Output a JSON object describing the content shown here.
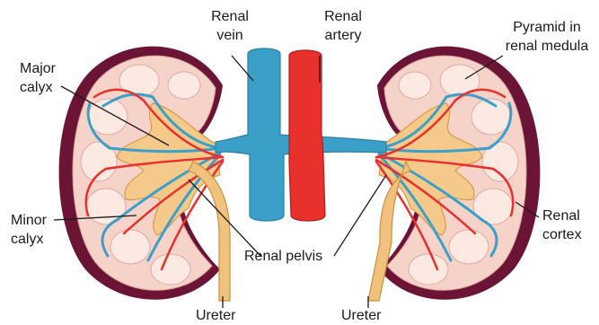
{
  "labels": {
    "renal_vein": [
      "Renal",
      "vein"
    ],
    "renal_artery": [
      "Renal",
      "artery"
    ],
    "pyramid": [
      "Pyramid in",
      "renal medula"
    ],
    "major_calyx": [
      "Major",
      "calyx"
    ],
    "minor_calyx": [
      "Minor",
      "calyx"
    ],
    "renal_cortex": [
      "Renal",
      "cortex"
    ],
    "renal_pelvis": "Renal pelvis",
    "ureter_left": "Ureter",
    "ureter_right": "Ureter"
  },
  "colors": {
    "capsule": "#6b1436",
    "cortex": "#f6d3c8",
    "pyramid": "#fbe9e2",
    "calyx": "#f5c98a",
    "vein": "#3aa0c8",
    "artery": "#e8302c",
    "ureter": "#f0c27e",
    "leader": "#1a1a1a"
  }
}
